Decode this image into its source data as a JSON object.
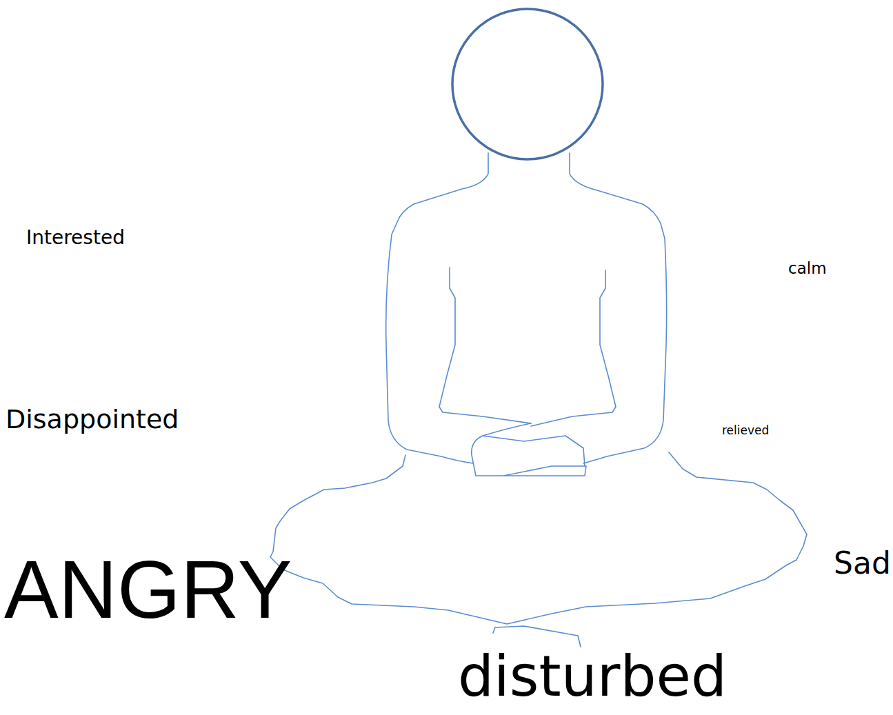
{
  "diagram": {
    "labels": [
      "Interested",
      "calm",
      "Disappointed",
      "relieved",
      "ANGRY",
      "Sad",
      "disturbed"
    ]
  }
}
